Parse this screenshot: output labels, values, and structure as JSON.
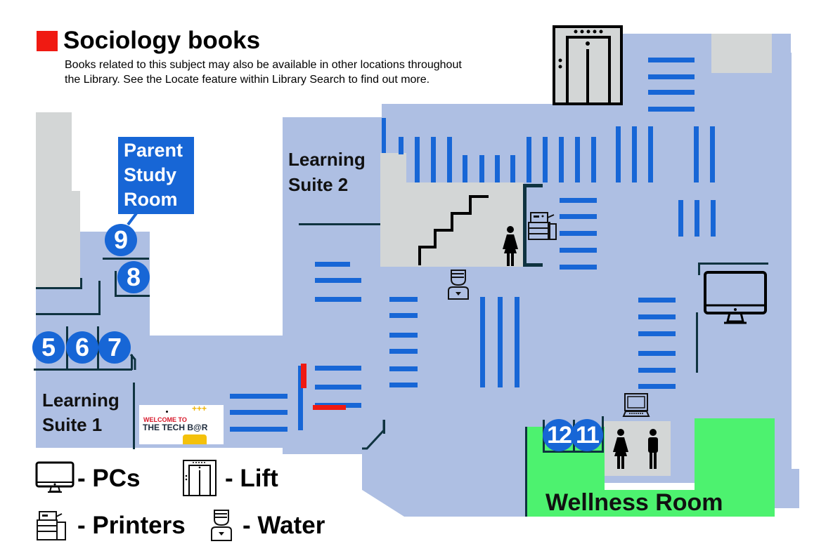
{
  "header": {
    "title": "Sociology books",
    "title_marker_color": "#f01a12",
    "note_line1": "Books related to this subject may also be available in other locations throughout",
    "note_line2": "the Library. See the Locate feature within Library Search to find out more."
  },
  "rooms": {
    "parent_study_line1": "Parent",
    "parent_study_line2": "Study",
    "parent_study_line3": "Room",
    "learning_suite_2_line1": "Learning",
    "learning_suite_2_line2": "Suite 2",
    "learning_suite_1_line1": "Learning",
    "learning_suite_1_line2": "Suite 1",
    "wellness_room": "Wellness Room"
  },
  "study_rooms": [
    {
      "number": "9"
    },
    {
      "number": "8"
    },
    {
      "number": "5"
    },
    {
      "number": "6"
    },
    {
      "number": "7"
    },
    {
      "number": "12"
    },
    {
      "number": "11"
    }
  ],
  "tech_bar": {
    "line1": "WELCOME TO",
    "line2": "THE TECH B@R",
    "deco": "+++"
  },
  "legend": {
    "pcs": "- PCs",
    "lift": "- Lift",
    "printers": "- Printers",
    "water": "- Water"
  },
  "colors": {
    "floor": "#aebfe3",
    "shelf": "#1766d6",
    "highlight": "#f01a12",
    "wellness": "#4df26f",
    "facility": "#d3d6d6"
  }
}
